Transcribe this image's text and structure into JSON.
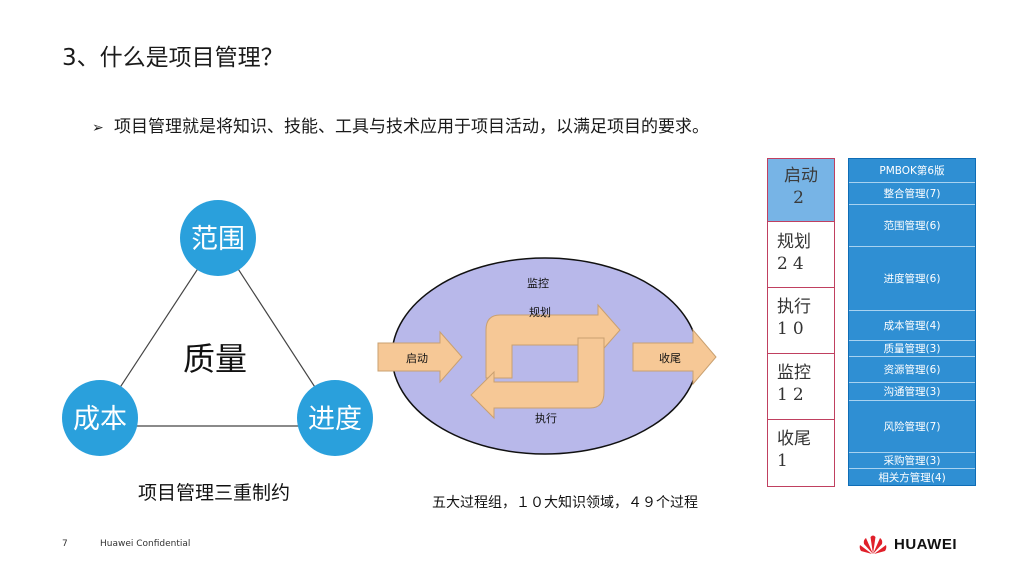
{
  "slide": {
    "title": "3、什么是项目管理？",
    "bullet_mark": "➢",
    "bullet_text": "项目管理就是将知识、技能、工具与技术应用于项目活动，以满足项目的要求。"
  },
  "triangle": {
    "top": "范围",
    "left": "成本",
    "right": "进度",
    "center": "质量",
    "caption": "项目管理三重制约",
    "circle_color": "#2aa0dc"
  },
  "cycle": {
    "monitor": "监控",
    "plan": "规划",
    "execute": "执行",
    "start": "启动",
    "close": "收尾",
    "caption": "五大过程组，１０大知识领域，４９个过程",
    "ellipse_color": "#b8b8ea",
    "arrow_color": "#f6c896"
  },
  "process_groups": [
    {
      "name": "启动",
      "count": "2"
    },
    {
      "name": "规划",
      "count": "24"
    },
    {
      "name": "执行",
      "count": "10"
    },
    {
      "name": "监控",
      "count": "12"
    },
    {
      "name": "收尾",
      "count": "1"
    }
  ],
  "knowledge_areas": [
    "PMBOK第6版",
    "整合管理(7)",
    "范围管理(6)",
    "进度管理(6)",
    "成本管理(4)",
    "质量管理(3)",
    "资源管理(6)",
    "沟通管理(3)",
    "风险管理(7)",
    "采购管理(3)",
    "相关方管理(4)"
  ],
  "footer": {
    "page": "7",
    "confidential": "Huawei Confidential",
    "logo": "HUAWEI",
    "logo_color": "#e0202a"
  }
}
